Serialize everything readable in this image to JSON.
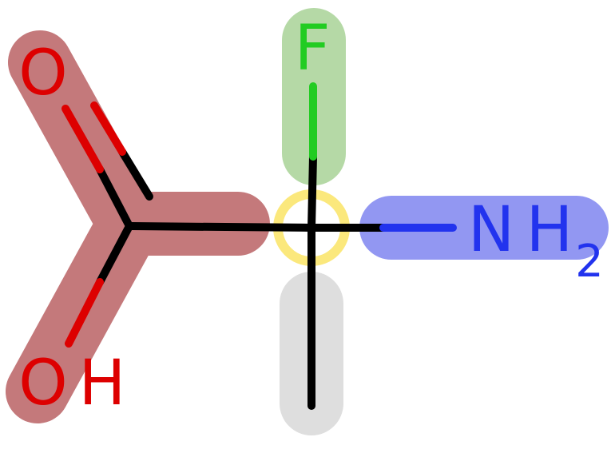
{
  "atoms": {
    "carbonyl_oxygen": "O",
    "hydroxyl_oxygen": "O",
    "hydroxyl_hydrogen": "H",
    "fluorine": "F",
    "amine_nitrogen": "N",
    "amine_hydrogen": "H",
    "amine_h_count": "2"
  },
  "colors": {
    "carboxyl_highlight": "#c4797b",
    "fluorine_highlight": "#b5d9a6",
    "amine_highlight": "#9297f2",
    "methyl_highlight": "#dedede",
    "stereocenter_ring": "#fbe87c",
    "bond": "#000000",
    "oxygen": "#dd0000",
    "fluorine": "#22cc22",
    "nitrogen": "#2233ee"
  }
}
